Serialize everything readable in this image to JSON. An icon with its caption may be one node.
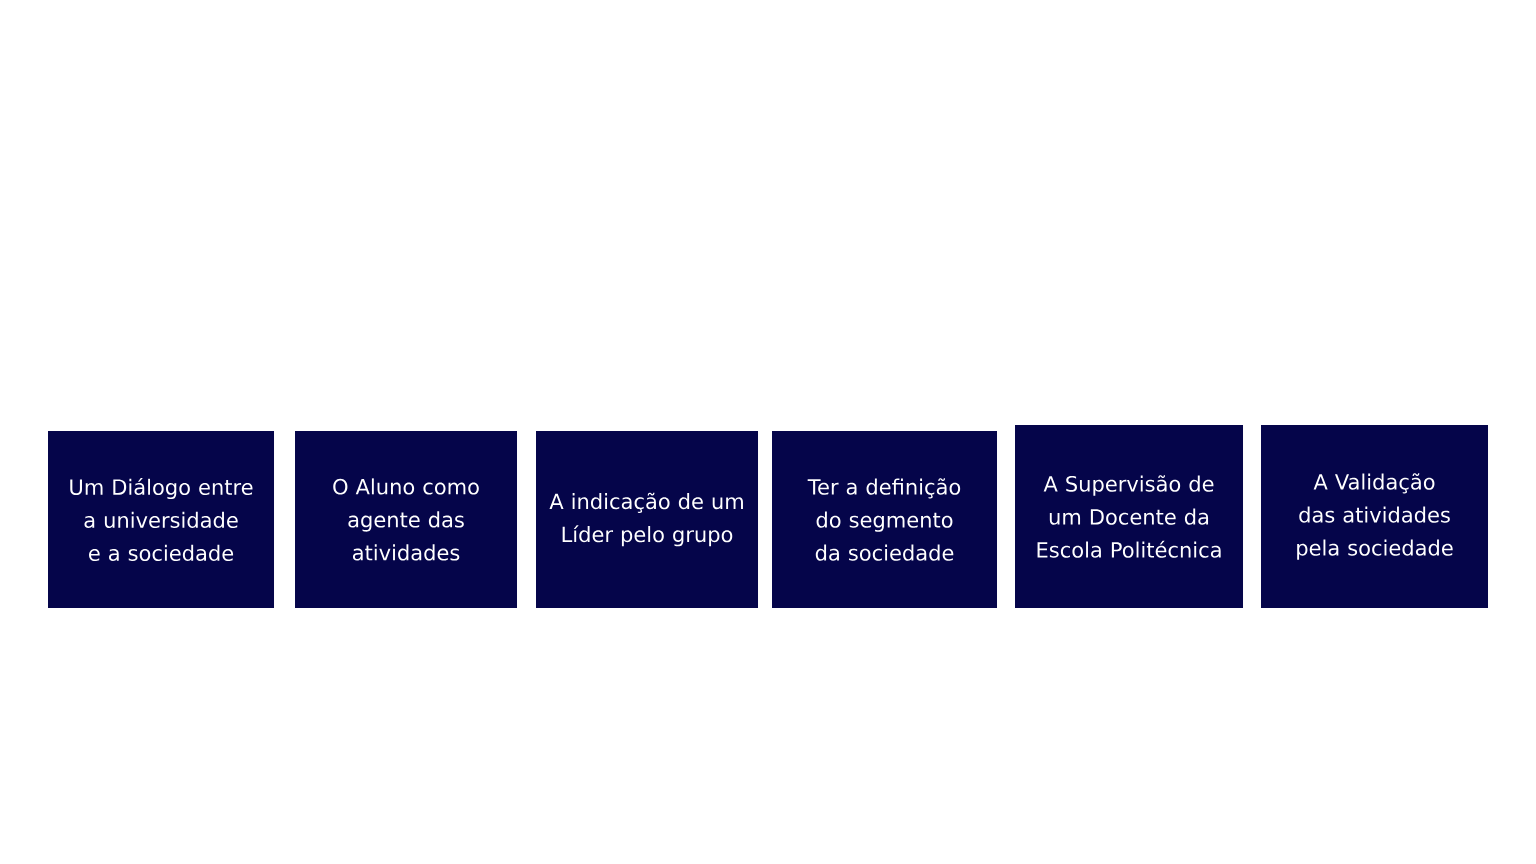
{
  "diagram": {
    "nodes": [
      {
        "text": [
          "Um Diálogo entre a universidade e a sociedade"
        ]
      },
      {
        "text": [
          "O Aluno como agente das atividades"
        ]
      },
      {
        "text": [
          "A indicação de um Líder pelo grupo"
        ]
      },
      {
        "text": [
          "Ter a definição do segmento da sociedade"
        ]
      },
      {
        "text": [
          "A Supervisão de um Docente da Escola Politécnica"
        ]
      },
      {
        "text": [
          "A Validação das atividades pela sociedade"
        ]
      }
    ]
  }
}
